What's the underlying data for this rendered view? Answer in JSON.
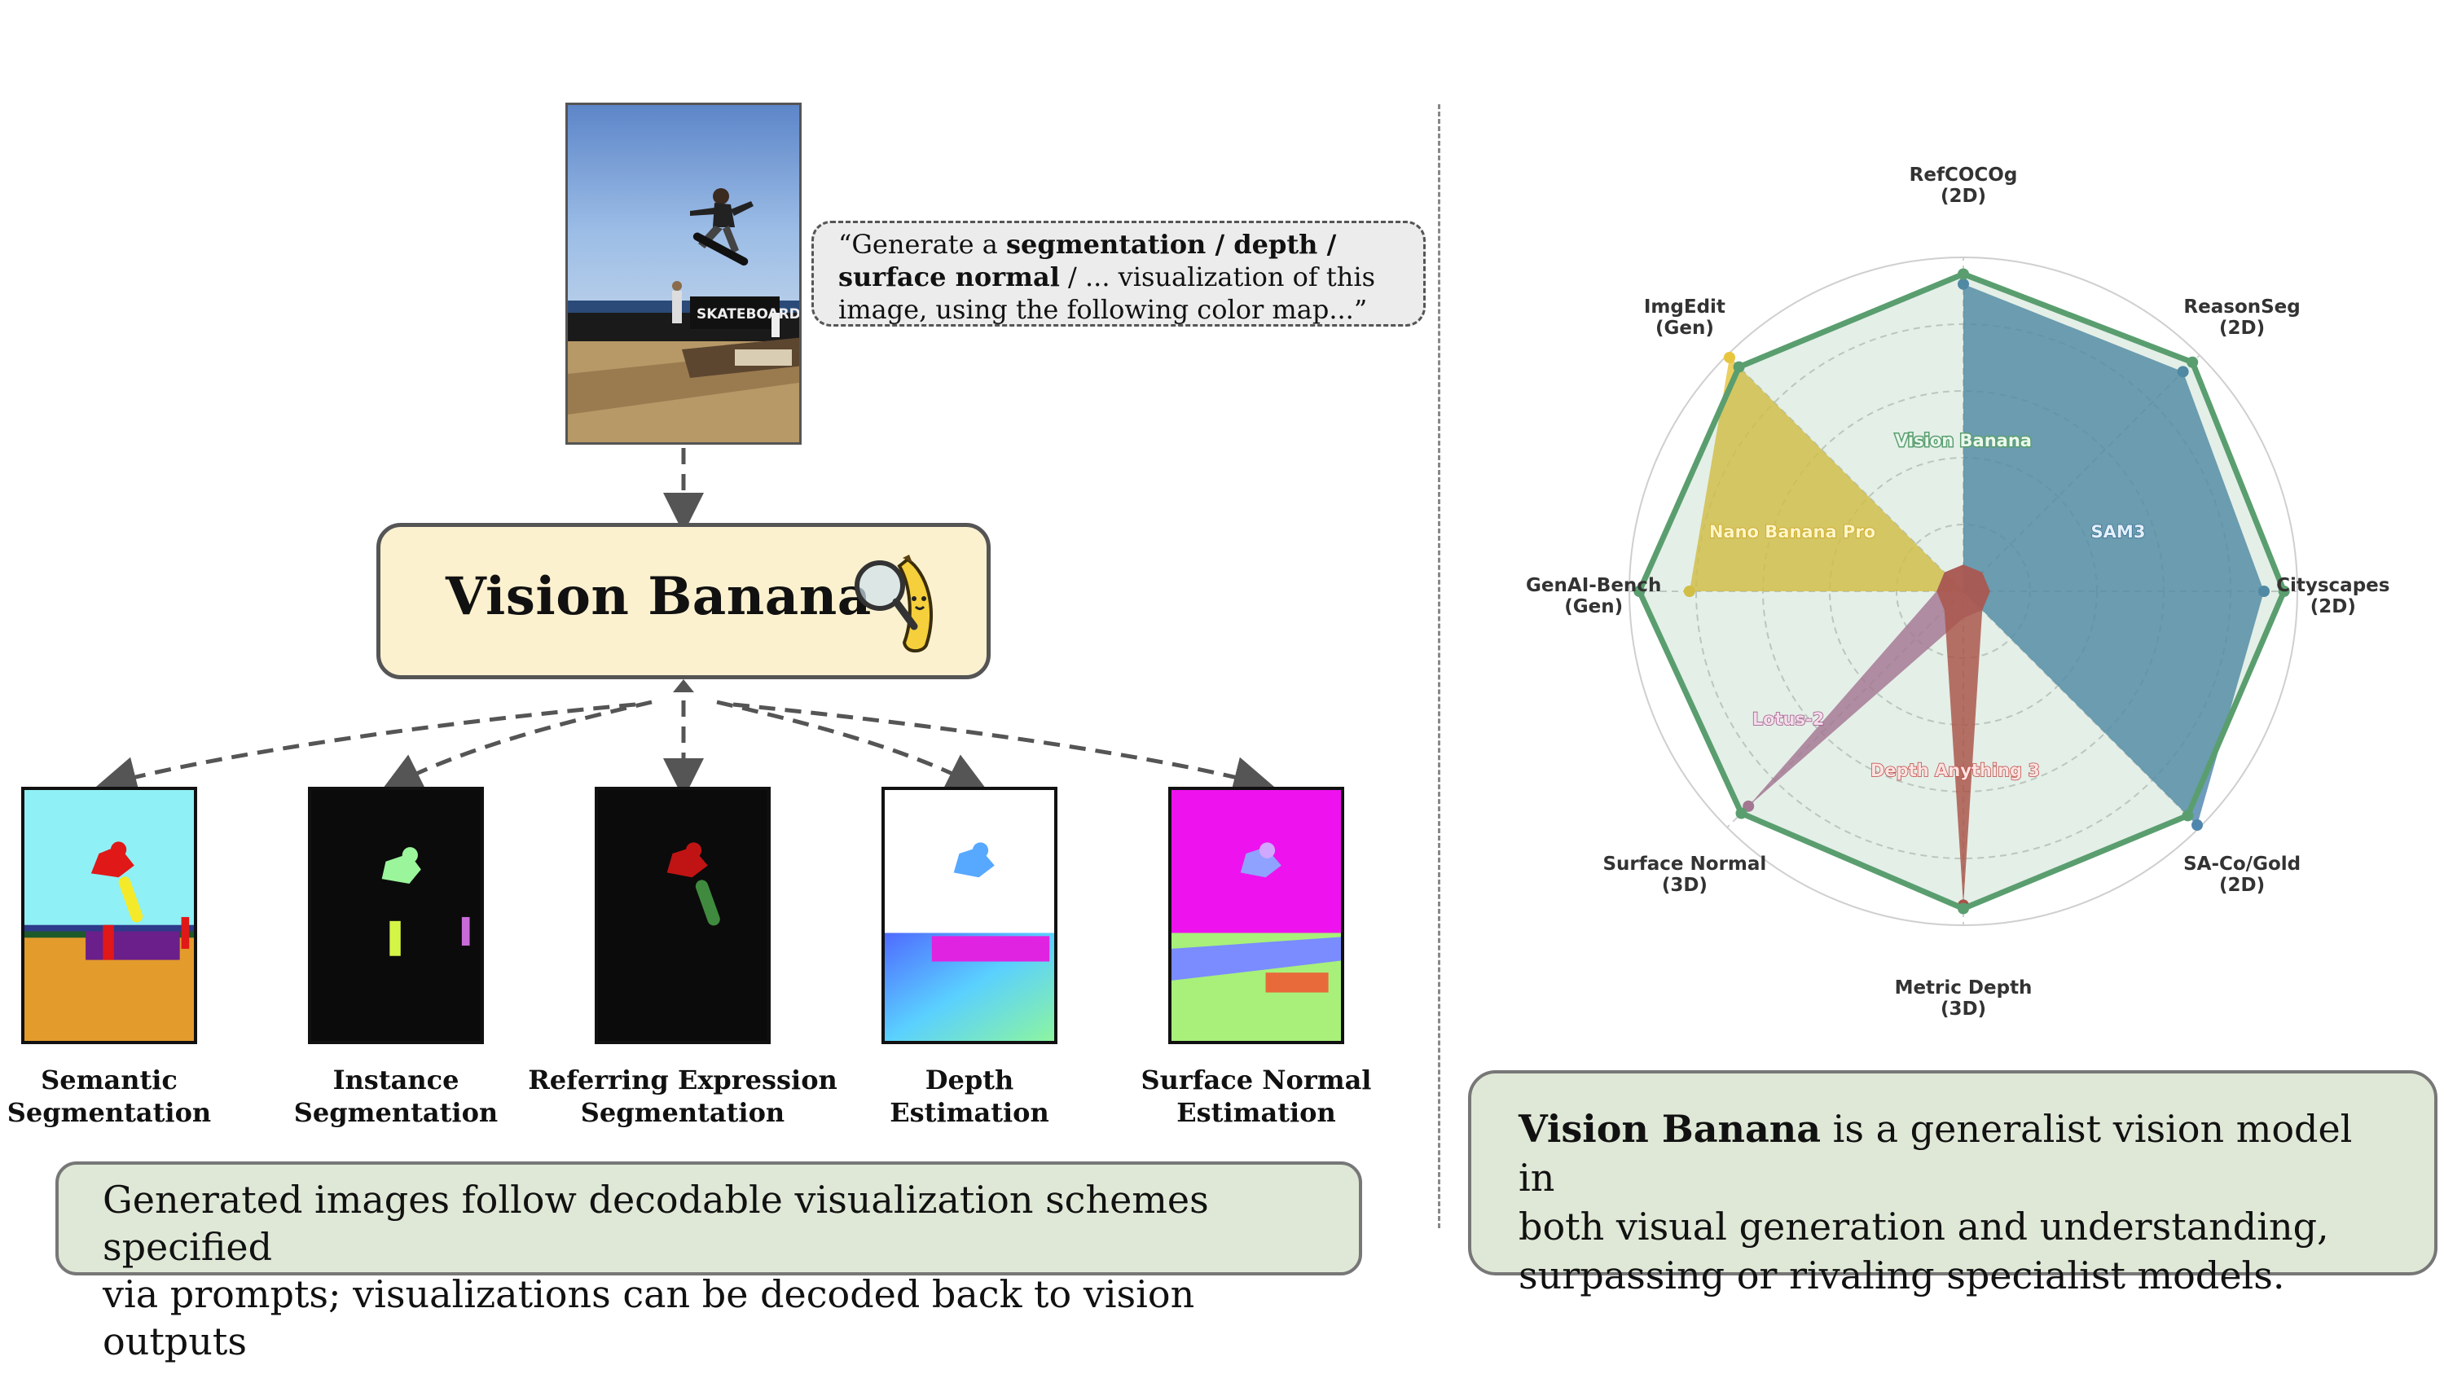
{
  "prompt": {
    "open_quote": "“Generate a ",
    "bold_1": "segmentation / depth /",
    "bold_2": "surface normal",
    "mid": " / ... visualization of this",
    "end": "image, using the following color map...”"
  },
  "model_box": {
    "title": "Vision Banana"
  },
  "photo": {
    "sign_text": "SKATEBOARD"
  },
  "tasks": [
    {
      "line1": "Semantic",
      "line2": "Segmentation"
    },
    {
      "line1": "Instance",
      "line2": "Segmentation"
    },
    {
      "line1": "Referring Expression",
      "line2": "Segmentation"
    },
    {
      "line1": "Depth",
      "line2": "Estimation"
    },
    {
      "line1": "Surface Normal",
      "line2": "Estimation"
    }
  ],
  "caption_left": {
    "line1": "Generated images follow decodable visualization schemes specified",
    "line2": "via prompts; visualizations can be decoded back to vision outputs"
  },
  "caption_right": {
    "bold": "Vision Banana",
    "line1_rest": " is a generalist vision model in",
    "line2": "both visual generation and understanding,",
    "line3": "surpassing or rivaling specialist models."
  },
  "colors": {
    "vision_banana": "#5a9e6f",
    "sam3": "#4f86ad",
    "nano_banana_pro": "#e8c53e",
    "lotus2": "#b27098",
    "depth_anything3": "#b94540",
    "box_fill": "#fbf1cf",
    "caption_fill": "#dfe8d6"
  },
  "chart_data": {
    "type": "radar",
    "axes": [
      {
        "line1": "RefCOCOg",
        "line2": "(2D)"
      },
      {
        "line1": "ReasonSeg",
        "line2": "(2D)"
      },
      {
        "line1": "Cityscapes",
        "line2": "(2D)"
      },
      {
        "line1": "SA-Co/Gold",
        "line2": "(2D)"
      },
      {
        "line1": "Metric Depth",
        "line2": "(3D)"
      },
      {
        "line1": "Surface Normal",
        "line2": "(3D)"
      },
      {
        "line1": "GenAI-Bench",
        "line2": "(Gen)"
      },
      {
        "line1": "ImgEdit",
        "line2": "(Gen)"
      }
    ],
    "rlim": [
      0,
      1
    ],
    "grid_rings": [
      0.2,
      0.4,
      0.6,
      0.8,
      1.0
    ],
    "grid": true,
    "series": [
      {
        "name": "SAM3",
        "color": "#4f86ad",
        "values": [
          0.92,
          0.93,
          0.9,
          0.99,
          0.0,
          0.0,
          0.0,
          0.0
        ]
      },
      {
        "name": "Nano Banana Pro",
        "color": "#e8c53e",
        "values": [
          0.0,
          0.0,
          0.0,
          0.0,
          0.0,
          0.0,
          0.82,
          0.99
        ]
      },
      {
        "name": "Lotus-2",
        "color": "#b27098",
        "values": [
          0.08,
          0.08,
          0.08,
          0.08,
          0.08,
          0.91,
          0.08,
          0.08
        ]
      },
      {
        "name": "Depth Anything 3",
        "color": "#b94540",
        "values": [
          0.08,
          0.08,
          0.08,
          0.08,
          0.94,
          0.08,
          0.08,
          0.08
        ]
      },
      {
        "name": "Vision Banana",
        "color": "#5a9e6f",
        "values": [
          0.95,
          0.97,
          0.96,
          0.95,
          0.95,
          0.94,
          0.97,
          0.95
        ]
      }
    ]
  }
}
